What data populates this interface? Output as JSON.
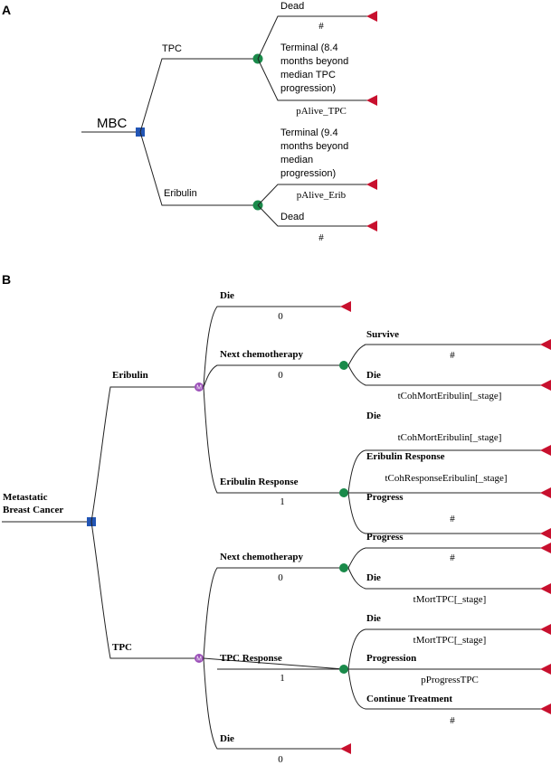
{
  "panel_a": {
    "letter": "A",
    "root": "MBC",
    "branches": {
      "tpc": "TPC",
      "eribulin": "Eribulin"
    },
    "tpc_outcomes": {
      "dead_label": "Dead",
      "dead_value": "#",
      "terminal_lines": [
        "Terminal (8.4",
        "months beyond",
        "median TPC",
        "progression)"
      ],
      "terminal_value": "pAlive_TPC"
    },
    "eribulin_outcomes": {
      "terminal_lines": [
        "Terminal (9.4",
        "months beyond",
        "median",
        "progression)"
      ],
      "terminal_value": "pAlive_Erib",
      "dead_label": "Dead",
      "dead_value": "#"
    }
  },
  "panel_b": {
    "letter": "B",
    "root_lines": [
      "Metastatic",
      "Breast Cancer"
    ],
    "markov_symbol": "M",
    "branches": {
      "eribulin": "Eribulin",
      "tpc": "TPC"
    },
    "eribulin_states": {
      "die_label": "Die",
      "die_value": "0",
      "next_label": "Next chemotherapy",
      "next_value": "0",
      "next_survive_label": "Survive",
      "next_survive_value": "#",
      "next_die_label": "Die",
      "next_die_value": "tCohMortEribulin[_stage]",
      "resp_label": "Eribulin Response",
      "resp_value": "1",
      "resp_die_label": "Die",
      "resp_die_value": "tCohMortEribulin[_stage]",
      "resp_resp_label": "Eribulin Response",
      "resp_resp_value": "tCohResponseEribulin[_stage]",
      "resp_prog_label": "Progress",
      "resp_prog_value": "#"
    },
    "tpc_states": {
      "next_label": "Next chemotherapy",
      "next_value": "0",
      "next_prog_label": "Progress",
      "next_prog_value": "#",
      "next_die_label": "Die",
      "next_die_value": "tMortTPC[_stage]",
      "resp_label": "TPC Response",
      "resp_value": "1",
      "resp_die_label": "Die",
      "resp_die_value": "tMortTPC[_stage]",
      "resp_prog_label": "Progression",
      "resp_prog_value": "pProgressTPC",
      "resp_cont_label": "Continue Treatment",
      "resp_cont_value": "#",
      "die_label": "Die",
      "die_value": "0"
    }
  },
  "colors": {
    "decision_node": "#2255b5",
    "chance_node": "#1a8a4a",
    "markov_node": "#9b4fb8",
    "terminal_node": "#c8102e"
  }
}
